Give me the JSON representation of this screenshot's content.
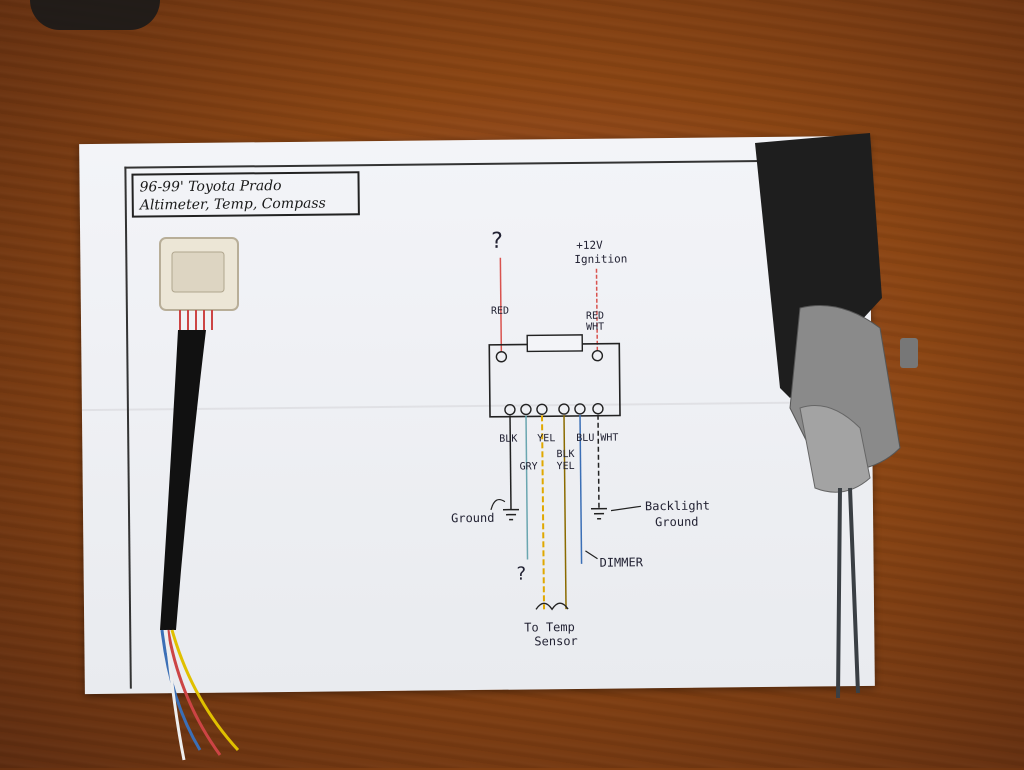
{
  "title": {
    "line1": "96-99' Toyota Prado",
    "line2": "Altimeter, Temp, Compass"
  },
  "labels": {
    "question_top": "?",
    "ignition": "+12V",
    "ignition2": "Ignition",
    "red": "RED",
    "red_wht": "RED",
    "red_wht2": "WHT",
    "blk": "BLK",
    "gry": "GRY",
    "yel": "YEL",
    "blk_yel": "BLK",
    "blk_yel2": "YEL",
    "blu_wht": "BLU WHT",
    "ground": "Ground",
    "backlight": "Backlight",
    "backlight2": "Ground",
    "dimmer": "DIMMER",
    "question_bottom": "?",
    "temp": "To Temp",
    "temp2": "Sensor"
  },
  "colors": {
    "red_wire": "#d9534f",
    "yellow_wire": "#e0a800",
    "blue_wire": "#3b6fb6",
    "teal_wire": "#6aa6b0"
  }
}
